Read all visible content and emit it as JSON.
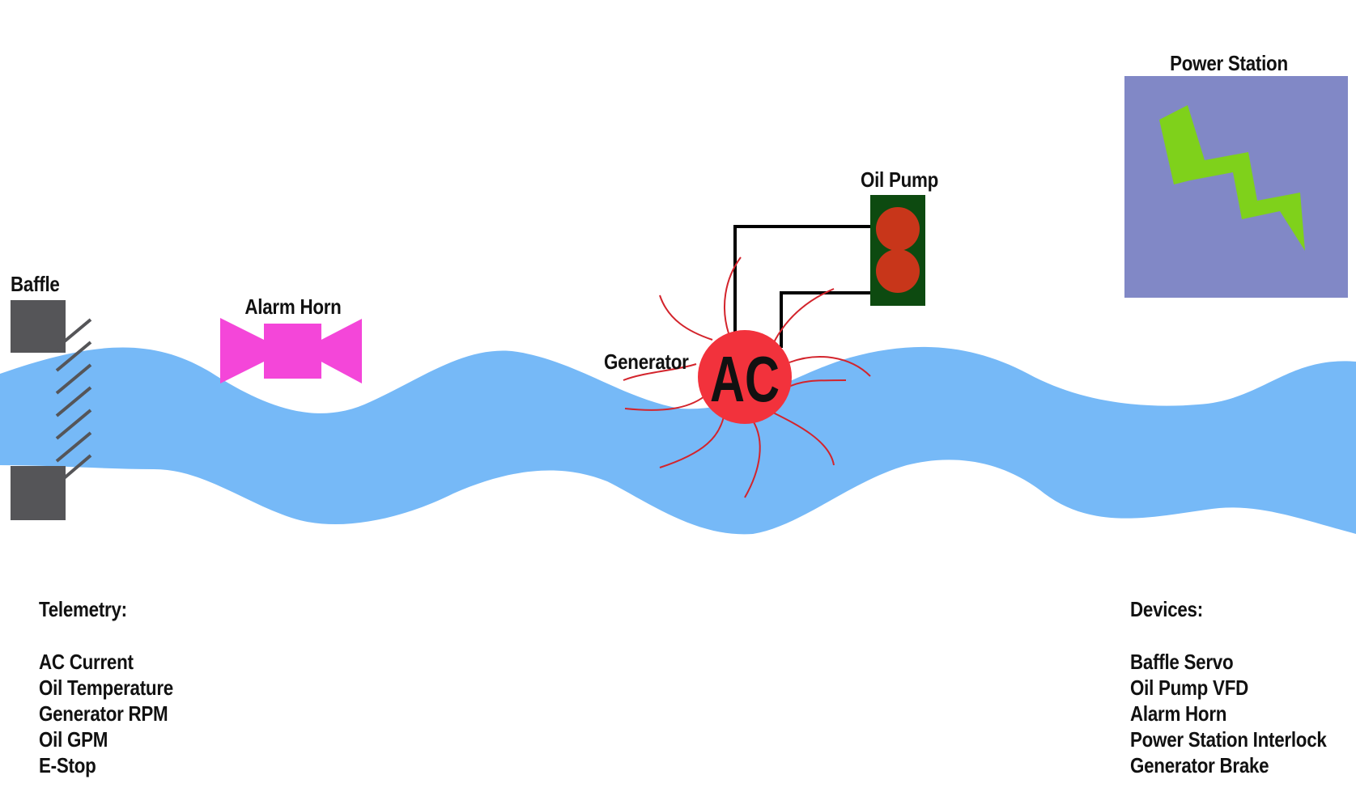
{
  "labels": {
    "baffle": "Baffle",
    "alarm_horn": "Alarm Horn",
    "generator": "Generator",
    "generator_badge": "AC",
    "oil_pump": "Oil Pump",
    "power_station": "Power Station"
  },
  "telemetry": {
    "heading": "Telemetry:",
    "items": [
      "AC Current",
      "Oil Temperature",
      "Generator RPM",
      "Oil GPM",
      "E-Stop"
    ]
  },
  "devices": {
    "heading": "Devices:",
    "items": [
      "Baffle Servo",
      "Oil Pump VFD",
      "Alarm Horn",
      "Power Station Interlock",
      "Generator Brake"
    ]
  },
  "colors": {
    "river": "#76b9f7",
    "baffle": "#555558",
    "horn": "#f446d9",
    "generator": "#f2323c",
    "generator_blades": "#d3242c",
    "pump_body": "#0d4a10",
    "pump_rotor": "#c8361a",
    "power_panel": "#8188c6",
    "lightning": "#7fd11b",
    "wire": "#000000"
  }
}
